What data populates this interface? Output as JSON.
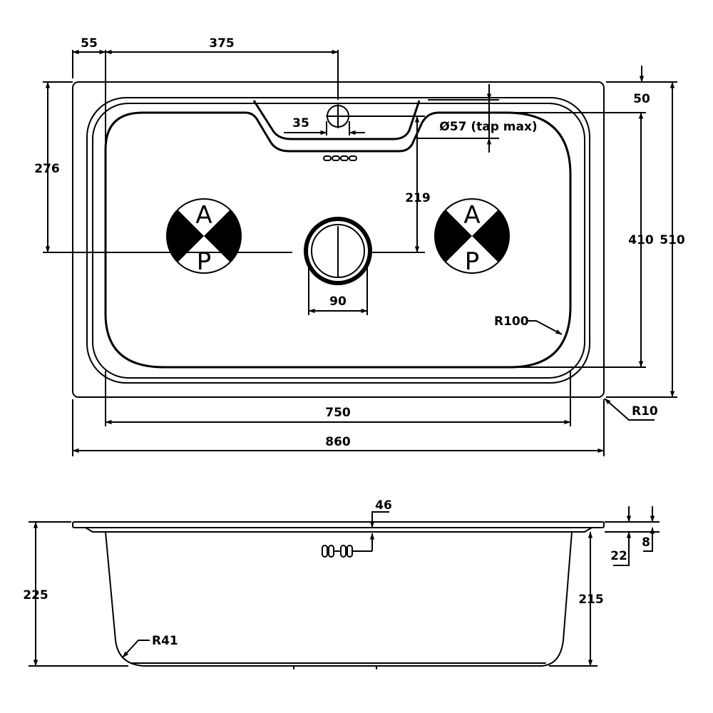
{
  "top_view": {
    "dims": {
      "d55": "55",
      "d375": "375",
      "d50": "50",
      "d276": "276",
      "d35": "35",
      "d57": "Ø57 (tap max)",
      "d219": "219",
      "d410": "410",
      "d510": "510",
      "d90": "90",
      "r100": "R100",
      "r10": "R10",
      "d750": "750",
      "d860": "860"
    },
    "symbol_left": {
      "top": "A",
      "bottom": "P"
    },
    "symbol_right": {
      "top": "A",
      "bottom": "P"
    }
  },
  "side_view": {
    "dims": {
      "d46": "46",
      "d22": "22",
      "d8": "8",
      "d225": "225",
      "d215": "215",
      "r41": "R41"
    }
  }
}
